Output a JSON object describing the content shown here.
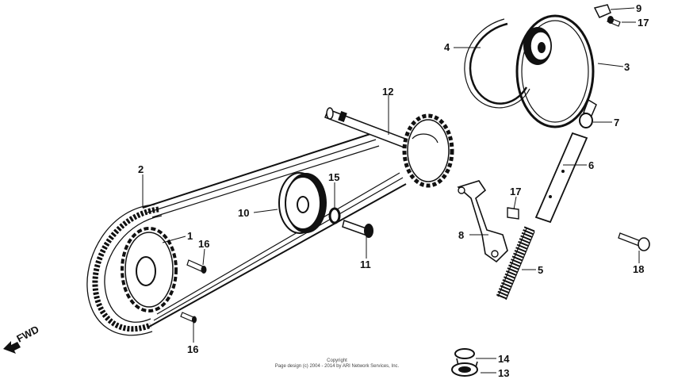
{
  "diagram": {
    "fwd_label": "FWD",
    "copyright_line1": "Copyright",
    "copyright_line2": "Page design (c) 2004 - 2014 by ARI Network Services, Inc.",
    "callouts": {
      "c1": "1",
      "c2": "2",
      "c3": "3",
      "c4": "4",
      "c5": "5",
      "c6": "6",
      "c7": "7",
      "c8": "8",
      "c9": "9",
      "c10": "10",
      "c11": "11",
      "c12": "12",
      "c13": "13",
      "c14": "14",
      "c15": "15",
      "c16a": "16",
      "c16b": "16",
      "c17a": "17",
      "c17b": "17",
      "c18": "18"
    }
  }
}
